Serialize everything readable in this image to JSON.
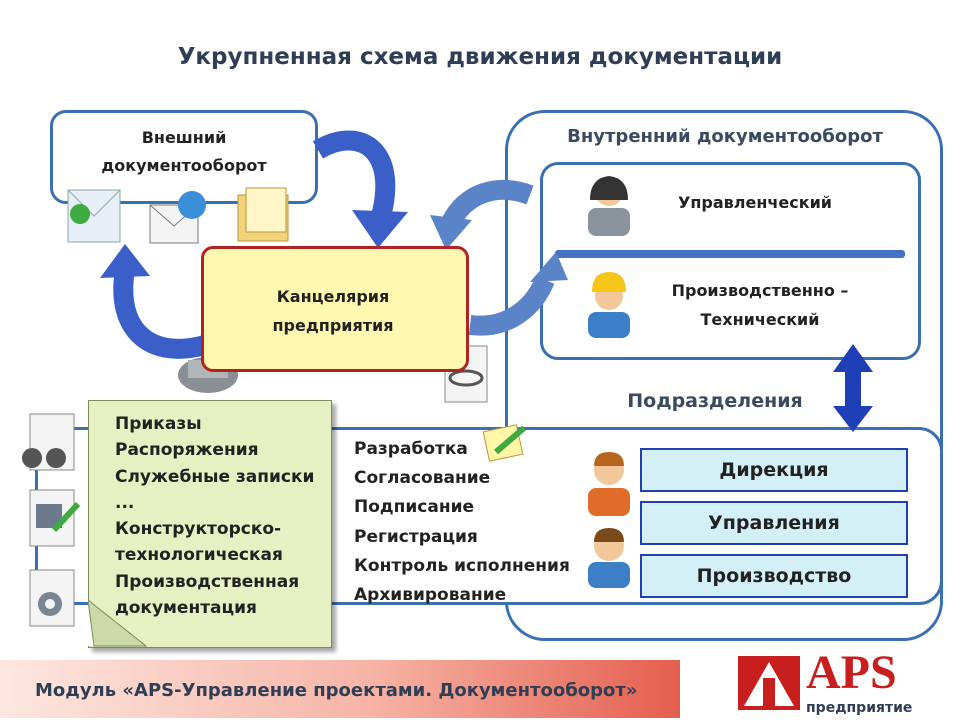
{
  "title": "Укрупненная схема движения документации",
  "external": {
    "label_line1": "Внешний",
    "label_line2": "документооборот"
  },
  "internal": {
    "title": "Внутренний документооборот",
    "management": "Управленческий",
    "production_line1": "Производственно –",
    "production_line2": "Технический",
    "departments_title": "Подразделения"
  },
  "chancellery": {
    "line1": "Канцелярия",
    "line2": "предприятия"
  },
  "documents": [
    "Приказы",
    "Распоряжения",
    "Служебные записки",
    "...",
    "Конструкторско-",
    "технологическая",
    "Производственная",
    "документация"
  ],
  "processes": [
    "Разработка",
    "Согласование",
    "Подписание",
    "Регистрация",
    "Контроль исполнения",
    "Архивирование"
  ],
  "departments": [
    "Дирекция",
    "Управления",
    "Производство"
  ],
  "footer": "Модуль «APS-Управление проектами. Документооборот»",
  "logo": {
    "brand": "APS",
    "subtitle": "предприятие"
  },
  "colors": {
    "border_blue": "#3a6fb0",
    "arrow_blue": "#3b5fc8",
    "chancellery_fill": "#fff8b0",
    "chancellery_border": "#b22222",
    "department_fill": "#d4f0f7",
    "note_fill": "#e6f0c3",
    "logo_red": "#c81e1e"
  }
}
